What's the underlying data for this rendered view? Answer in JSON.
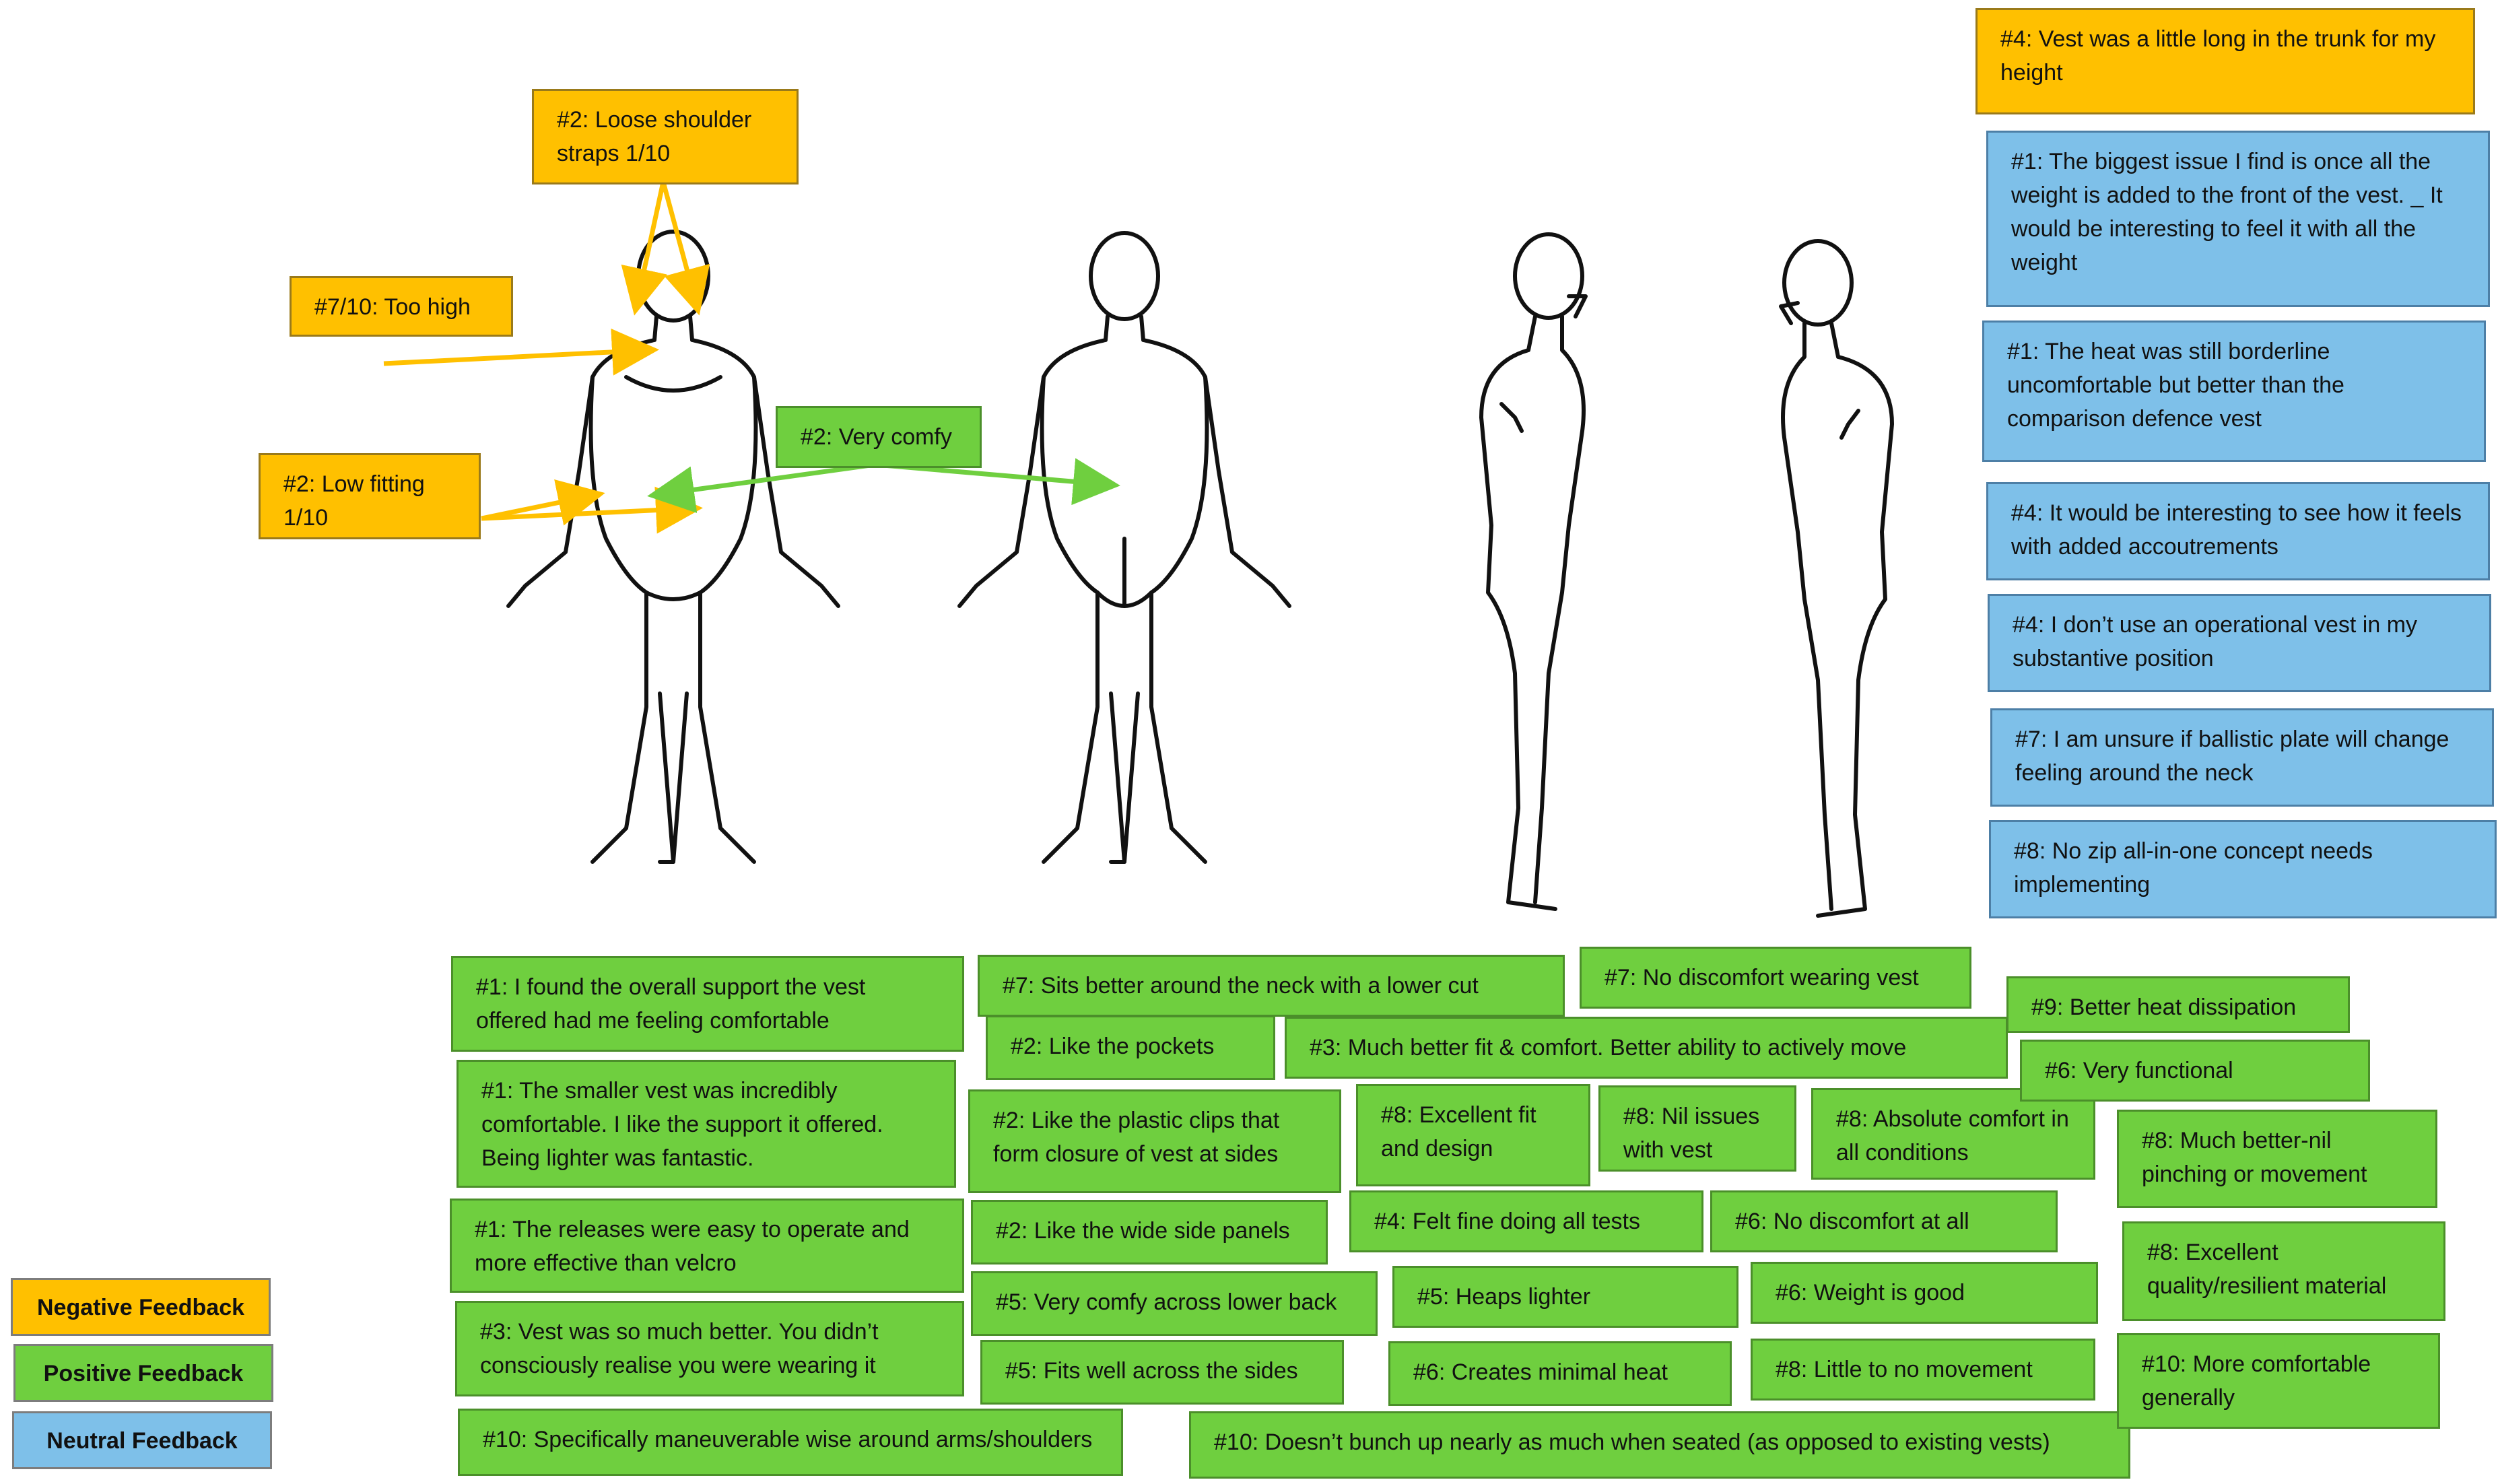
{
  "colors": {
    "negative": "#ffc000",
    "positive": "#6fcf3f",
    "neutral": "#7ec0e9",
    "arrow_negative": "#ffc000",
    "arrow_positive": "#6fcf3f"
  },
  "legend": {
    "negative": "Negative Feedback",
    "positive": "Positive Feedback",
    "neutral": "Neutral Feedback"
  },
  "negative": [
    "#2: Loose shoulder straps 1/10",
    "#7/10: Too high",
    "#2: Low fitting 1/10",
    "#4: Vest was a little long in the trunk for my height"
  ],
  "neutral": [
    "#1: The biggest issue I find is once all the weight is added to the front of the vest. _ It would be interesting to feel it with all the weight",
    "#1: The heat was still borderline uncomfortable but better than the comparison defence vest",
    "#4: It would be interesting to see how it feels with added accoutrements",
    "#4: I don’t use an operational vest in my substantive position",
    "#7: I am unsure if ballistic plate will change feeling around the neck",
    "#8: No zip all-in-one concept needs implementing"
  ],
  "positive": [
    "#2: Very comfy",
    "#1: I found the overall support the vest offered had me feeling comfortable",
    "#1: The smaller vest was incredibly comfortable. I like the support it offered. Being lighter was fantastic.",
    "#1: The releases were easy to operate and more effective than velcro",
    "#3: Vest was so much better. You didn’t consciously realise you were wearing it",
    "#10: Specifically maneuverable wise around arms/shoulders",
    "#7: Sits better around the neck with a lower cut",
    "#2: Like the pockets",
    "#2: Like the plastic clips that form closure of vest at sides",
    "#2: Like the wide side panels",
    "#5: Very comfy across lower back",
    "#5: Fits well across the sides",
    "#7: No discomfort wearing vest",
    "#3: Much better fit & comfort. Better ability to actively move",
    "#8: Excellent fit and design",
    "#8: Nil issues with vest",
    "#8: Absolute comfort in all conditions",
    "#4: Felt fine doing all tests",
    "#6: No discomfort at all",
    "#5: Heaps lighter",
    "#6: Weight is good",
    "#6: Creates minimal heat",
    "#8: Little to no movement",
    "#10: Doesn’t bunch up nearly as much when seated (as opposed to existing vests)",
    "#9: Better heat dissipation",
    "#6: Very functional",
    "#8: Much better-nil pinching or movement",
    "#8: Excellent quality/resilient material",
    "#10: More comfortable generally"
  ]
}
